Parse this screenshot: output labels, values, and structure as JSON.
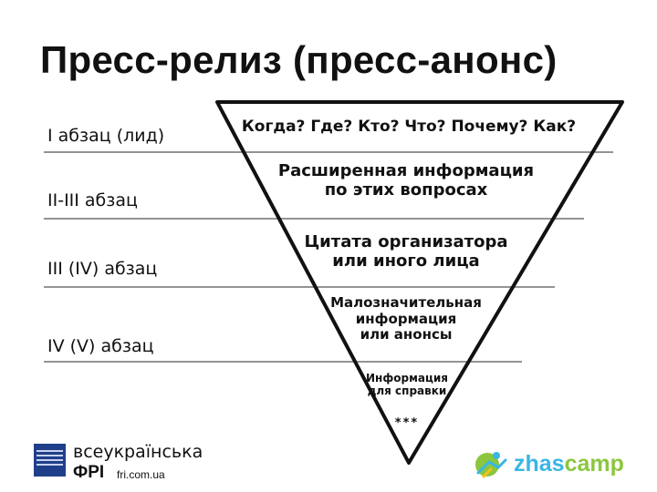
{
  "title": "Пресс-релиз (пресс-анонс)",
  "levels": [
    {
      "label": "I абзац (лид)",
      "text": [
        "Когда? Где? Кто? Что? Почему? Как?"
      ]
    },
    {
      "label": "II-III абзац",
      "text": [
        "Расширенная информация",
        "по этих вопросах"
      ]
    },
    {
      "label": "III (IV) абзац",
      "text": [
        "Цитата организатора",
        "или иного лица"
      ]
    },
    {
      "label": "IV (V) абзац",
      "text": [
        "Малозначительная",
        "информация",
        "или анонсы"
      ]
    }
  ],
  "reference": [
    "Информация",
    "для справки"
  ],
  "stars": "***",
  "footer": {
    "fri_brand": "всеукраїнська",
    "fri_short": "ФРІ",
    "fri_url": "fri.com.ua",
    "zhascamp_part1": "zhas",
    "zhascamp_part2": "camp",
    "colors": {
      "fri_blue": "#1f3f8a",
      "zhas_blue": "#39b6e5",
      "camp_green": "#8cc63f"
    }
  }
}
